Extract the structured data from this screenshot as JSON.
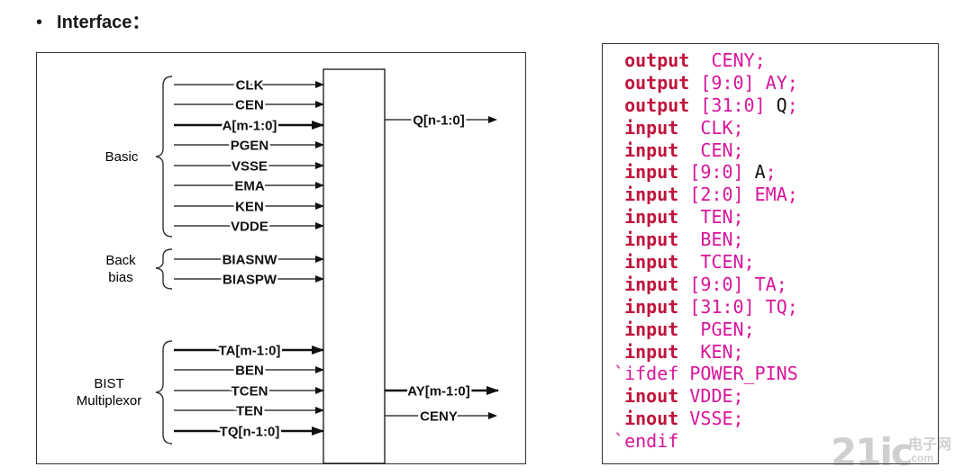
{
  "heading": {
    "bullet": "•",
    "text": "Interface："
  },
  "diagram": {
    "groups": {
      "basic": "Basic",
      "back_bias_1": "Back",
      "back_bias_2": "bias",
      "bist_1": "BIST",
      "bist_2": "Multiplexor"
    },
    "inputs": [
      {
        "label": "CLK",
        "bold_bus": false
      },
      {
        "label": "CEN",
        "bold_bus": false
      },
      {
        "label": "A[m-1:0]",
        "bold_bus": true
      },
      {
        "label": "PGEN",
        "bold_bus": false
      },
      {
        "label": "VSSE",
        "bold_bus": false
      },
      {
        "label": "EMA",
        "bold_bus": false
      },
      {
        "label": "KEN",
        "bold_bus": false
      },
      {
        "label": "VDDE",
        "bold_bus": false
      },
      {
        "label": "BIASNW",
        "bold_bus": false
      },
      {
        "label": "BIASPW",
        "bold_bus": false
      },
      {
        "label": "TA[m-1:0]",
        "bold_bus": true
      },
      {
        "label": "BEN",
        "bold_bus": false
      },
      {
        "label": "TCEN",
        "bold_bus": false
      },
      {
        "label": "TEN",
        "bold_bus": false
      },
      {
        "label": "TQ[n-1:0]",
        "bold_bus": true
      }
    ],
    "outputs": [
      {
        "label": "Q[n-1:0]",
        "bold_bus": false
      },
      {
        "label": "AY[m-1:0]",
        "bold_bus": true
      },
      {
        "label": "CENY",
        "bold_bus": false
      }
    ]
  },
  "code_lines": [
    {
      "indent": "  ",
      "kw": "output",
      "sp": "  ",
      "range": "",
      "name": "CENY",
      "name_color": "pink",
      "end": ";"
    },
    {
      "indent": "  ",
      "kw": "output",
      "sp": " ",
      "range": "[9:0]",
      "name": " AY",
      "name_color": "pink",
      "end": ";"
    },
    {
      "indent": "  ",
      "kw": "output",
      "sp": " ",
      "range": "[31:0]",
      "name": " Q",
      "name_color": "black",
      "end": ";"
    },
    {
      "indent": "  ",
      "kw": "input",
      "sp": "  ",
      "range": "",
      "name": "CLK",
      "name_color": "pink",
      "end": ";"
    },
    {
      "indent": "  ",
      "kw": "input",
      "sp": "  ",
      "range": "",
      "name": "CEN",
      "name_color": "pink",
      "end": ";"
    },
    {
      "indent": "  ",
      "kw": "input",
      "sp": " ",
      "range": "[9:0]",
      "name": " A",
      "name_color": "black",
      "end": ";"
    },
    {
      "indent": "  ",
      "kw": "input",
      "sp": " ",
      "range": "[2:0]",
      "name": " EMA",
      "name_color": "pink",
      "end": ";"
    },
    {
      "indent": "  ",
      "kw": "input",
      "sp": "  ",
      "range": "",
      "name": "TEN",
      "name_color": "pink",
      "end": ";"
    },
    {
      "indent": "  ",
      "kw": "input",
      "sp": "  ",
      "range": "",
      "name": "BEN",
      "name_color": "pink",
      "end": ";"
    },
    {
      "indent": "  ",
      "kw": "input",
      "sp": "  ",
      "range": "",
      "name": "TCEN",
      "name_color": "pink",
      "end": ";"
    },
    {
      "indent": "  ",
      "kw": "input",
      "sp": " ",
      "range": "[9:0]",
      "name": " TA",
      "name_color": "pink",
      "end": ";"
    },
    {
      "indent": "  ",
      "kw": "input",
      "sp": " ",
      "range": "[31:0]",
      "name": " TQ",
      "name_color": "pink",
      "end": ";"
    },
    {
      "indent": "  ",
      "kw": "input",
      "sp": "  ",
      "range": "",
      "name": "PGEN",
      "name_color": "pink",
      "end": ";"
    },
    {
      "indent": "  ",
      "kw": "input",
      "sp": "  ",
      "range": "",
      "name": "KEN",
      "name_color": "pink",
      "end": ";"
    },
    {
      "indent": " ",
      "kw": "",
      "sp": "",
      "range": "",
      "name": "`ifdef POWER_PINS",
      "name_color": "pink",
      "end": ""
    },
    {
      "indent": "  ",
      "kw": "inout",
      "sp": " ",
      "range": "",
      "name": "VDDE",
      "name_color": "pink",
      "end": ";"
    },
    {
      "indent": "  ",
      "kw": "inout",
      "sp": " ",
      "range": "",
      "name": "VSSE",
      "name_color": "pink",
      "end": ";"
    },
    {
      "indent": " ",
      "kw": "",
      "sp": "",
      "range": "",
      "name": "`endif",
      "name_color": "pink",
      "end": ""
    }
  ],
  "watermark": {
    "num": "21ic",
    "cn": "电子网",
    "com": ".com"
  },
  "colors": {
    "keyword": "#c0143c",
    "identifier": "#d9149c",
    "line": "#111111"
  }
}
